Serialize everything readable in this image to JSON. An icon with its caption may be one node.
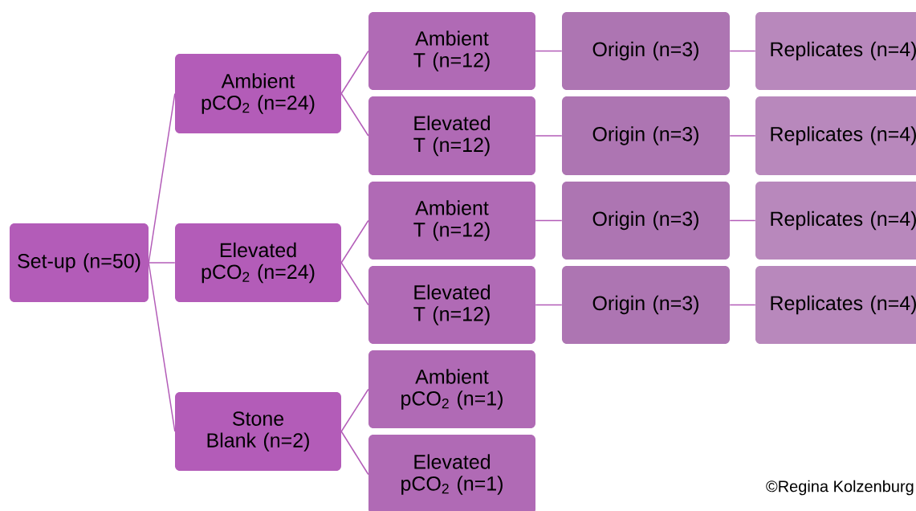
{
  "diagram": {
    "nodes": [
      {
        "text": [
          "Set-up (n=50)"
        ]
      },
      {
        "text": [
          "Ambient pCO$_{2}$ (n=24)"
        ]
      },
      {
        "text": [
          "Elevated pCO$_{2}$ (n=24)"
        ]
      },
      {
        "text": [
          "Stone Blank (n=2)"
        ]
      },
      {
        "text": [
          "Ambient T (n=12)"
        ]
      },
      {
        "text": [
          "Elevated T (n=12)"
        ]
      },
      {
        "text": [
          "Ambient T (n=12)"
        ]
      },
      {
        "text": [
          "Elevated T (n=12)"
        ]
      },
      {
        "text": [
          "Ambient pCO$_{2}$ (n=1)"
        ]
      },
      {
        "text": [
          "Elevated pCO$_{2}$ (n=1)"
        ]
      },
      {
        "text": [
          "Origin (n=3)"
        ]
      },
      {
        "text": [
          "Origin (n=3)"
        ]
      },
      {
        "text": [
          "Origin (n=3)"
        ]
      },
      {
        "text": [
          "Origin (n=3)"
        ]
      },
      {
        "text": [
          "Replicates (n=4)"
        ]
      },
      {
        "text": [
          "Replicates (n=4)"
        ]
      },
      {
        "text": [
          "Replicates (n=4)"
        ]
      },
      {
        "text": [
          "Replicates (n=4)"
        ]
      }
    ],
    "edges": [
      {
        "from": 0,
        "to": 1,
        "arrow": "none"
      },
      {
        "from": 0,
        "to": 2,
        "arrow": "none"
      },
      {
        "from": 0,
        "to": 3,
        "arrow": "none"
      },
      {
        "from": 1,
        "to": 4,
        "arrow": "none"
      },
      {
        "from": 1,
        "to": 5,
        "arrow": "none"
      },
      {
        "from": 2,
        "to": 6,
        "arrow": "none"
      },
      {
        "from": 2,
        "to": 7,
        "arrow": "none"
      },
      {
        "from": 3,
        "to": 8,
        "arrow": "none"
      },
      {
        "from": 3,
        "to": 9,
        "arrow": "none"
      },
      {
        "from": 4,
        "to": 10,
        "arrow": "none"
      },
      {
        "from": 5,
        "to": 11,
        "arrow": "none"
      },
      {
        "from": 6,
        "to": 12,
        "arrow": "none"
      },
      {
        "from": 7,
        "to": 13,
        "arrow": "none"
      },
      {
        "from": 10,
        "to": 14,
        "arrow": "none"
      },
      {
        "from": 11,
        "to": 15,
        "arrow": "none"
      },
      {
        "from": 12,
        "to": 16,
        "arrow": "none"
      },
      {
        "from": 13,
        "to": 17,
        "arrow": "none"
      }
    ],
    "labels": [
      "©Regina Kolzenburg"
    ]
  }
}
